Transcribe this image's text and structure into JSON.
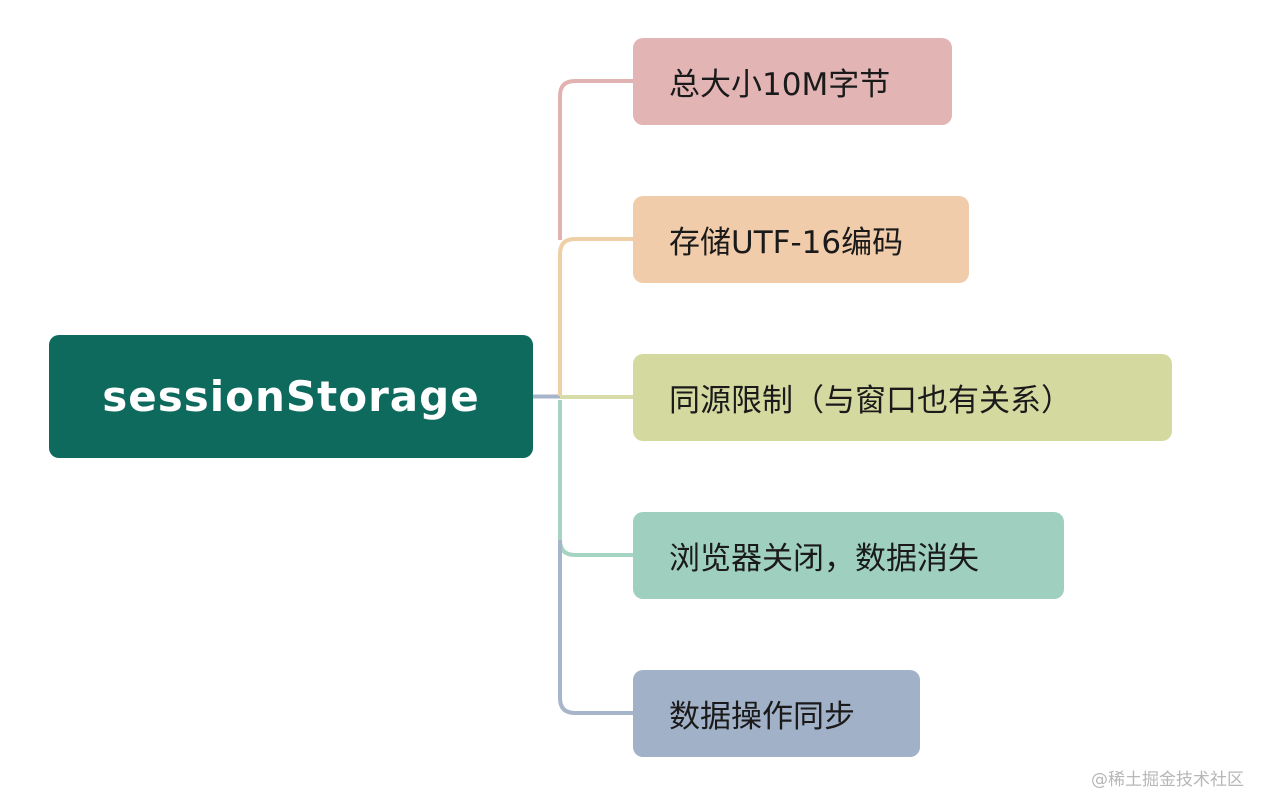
{
  "root": {
    "label": "sessionStorage",
    "color": "#0f6a5e"
  },
  "children": [
    {
      "label": "总大小10M字节",
      "color": "#e3b4b4",
      "line_color": "#e2b2b2"
    },
    {
      "label": "存储UTF-16编码",
      "color": "#f1ccaa",
      "line_color": "#efcfa6"
    },
    {
      "label": "同源限制（与窗口也有关系）",
      "color": "#d4d9a0",
      "line_color": "#d7dca8"
    },
    {
      "label": "浏览器关闭，数据消失",
      "color": "#9fcfbe",
      "line_color": "#a6d4c3"
    },
    {
      "label": "数据操作同步",
      "color": "#a1b1c8",
      "line_color": "#a7b5ca"
    }
  ],
  "watermark": "@稀土掘金技术社区"
}
